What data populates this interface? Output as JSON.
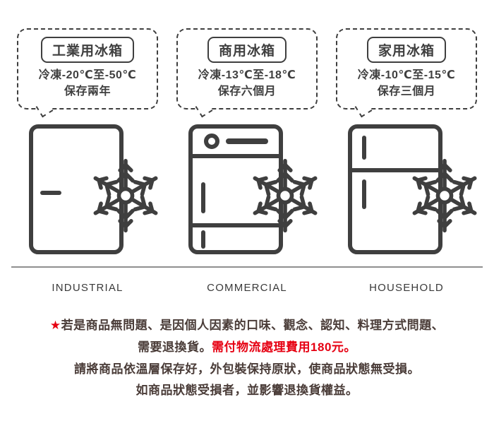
{
  "columns": [
    {
      "title": "工業用冰箱",
      "temp": "冷凍-20℃至-50℃",
      "storage": "保存兩年",
      "label": "INDUSTRIAL",
      "icon": "industrial-fridge-icon"
    },
    {
      "title": "商用冰箱",
      "temp": "冷凍-13℃至-18℃",
      "storage": "保存六個月",
      "label": "COMMERCIAL",
      "icon": "commercial-fridge-icon"
    },
    {
      "title": "家用冰箱",
      "temp": "冷凍-10℃至-15℃",
      "storage": "保存三個月",
      "label": "HOUSEHOLD",
      "icon": "household-fridge-icon"
    }
  ],
  "notice": {
    "star": "★",
    "line1": "若是商品無問題、是因個人因素的口味、觀念、認知、料理方式問題、",
    "line2_dark": "需要退換貨。",
    "line2_red": "需付物流處理費用180元。",
    "line3": "請將商品依溫層保存好，外包裝保持原狀，使商品狀態無受損。",
    "line4": "如商品狀態受損者，並影響退換貨權益。"
  },
  "colors": {
    "line_art": "#3f3f3f",
    "notice_text": "#4a3c38",
    "accent_red": "#e60012",
    "divider": "#8f8f8f"
  }
}
